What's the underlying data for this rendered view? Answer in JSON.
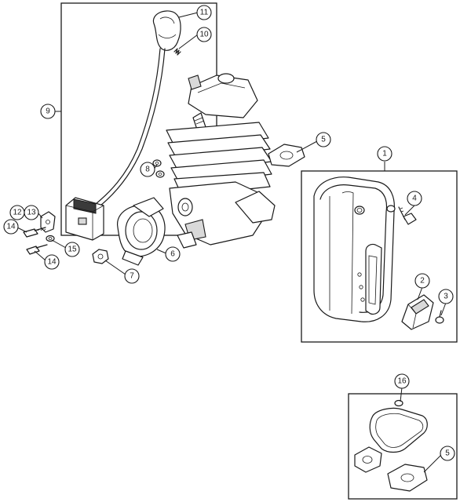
{
  "callouts": [
    {
      "id": "c1",
      "label": "1"
    },
    {
      "id": "c2",
      "label": "2"
    },
    {
      "id": "c3",
      "label": "3"
    },
    {
      "id": "c4",
      "label": "4"
    },
    {
      "id": "c5a",
      "label": "5"
    },
    {
      "id": "c5b",
      "label": "5"
    },
    {
      "id": "c6",
      "label": "6"
    },
    {
      "id": "c7",
      "label": "7"
    },
    {
      "id": "c8",
      "label": "8"
    },
    {
      "id": "c9",
      "label": "9"
    },
    {
      "id": "c10",
      "label": "10"
    },
    {
      "id": "c11",
      "label": "11"
    },
    {
      "id": "c12",
      "label": "12"
    },
    {
      "id": "c13",
      "label": "13"
    },
    {
      "id": "c14a",
      "label": "14"
    },
    {
      "id": "c14b",
      "label": "14"
    },
    {
      "id": "c15",
      "label": "15"
    },
    {
      "id": "c16",
      "label": "16"
    }
  ]
}
